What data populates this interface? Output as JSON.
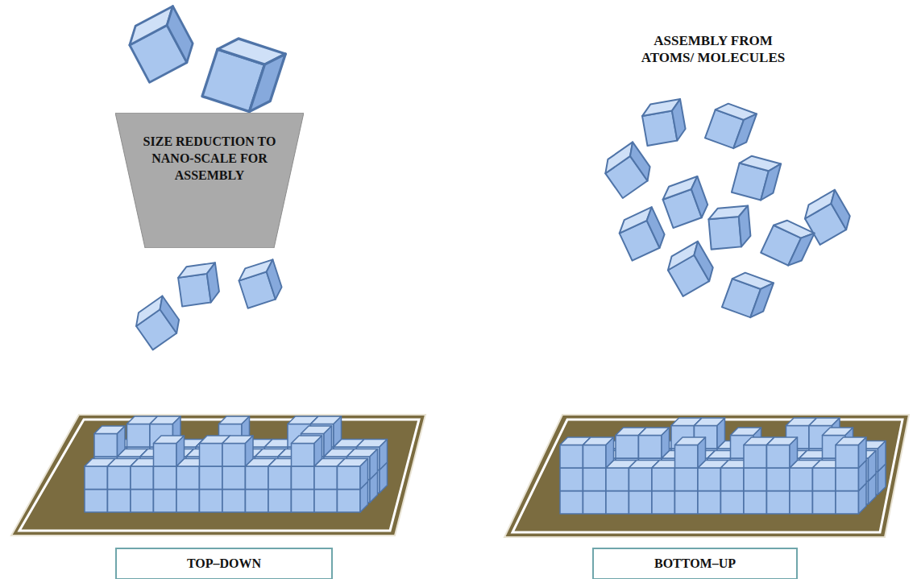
{
  "diagram": {
    "nodes": [
      {
        "text": [
          "SIZE REDUCTION TO NANO-SCALE FOR ASSEMBLY"
        ]
      },
      {
        "text": [
          "TOP–DOWN"
        ]
      },
      {
        "text": [
          "BOTTOM–UP"
        ]
      }
    ],
    "labels": [
      "ASSEMBLY FROM ATOMS/ MOLECULES"
    ]
  }
}
